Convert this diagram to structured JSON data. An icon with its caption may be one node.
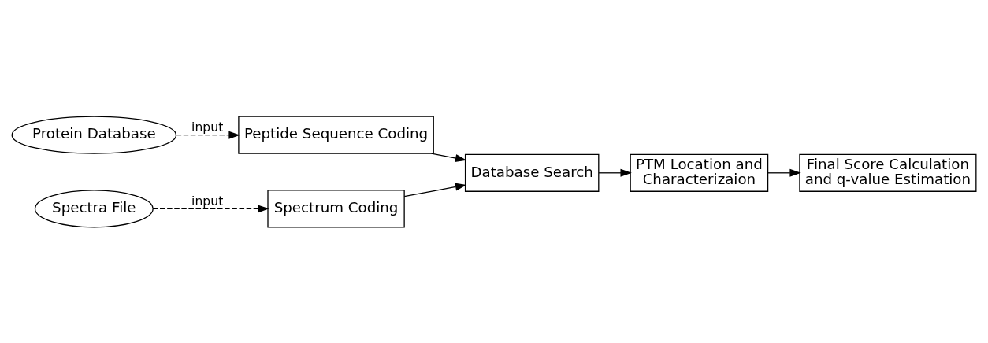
{
  "diagram": {
    "nodes": [
      {
        "text": [
          "Protein Database"
        ]
      },
      {
        "text": [
          "Peptide Sequence Coding"
        ]
      },
      {
        "text": [
          "Spectrum Coding"
        ]
      },
      {
        "text": [
          "Spectra File"
        ]
      },
      {
        "text": [
          "Database Search"
        ]
      },
      {
        "text": [
          "PTM Location and Characterizaion"
        ]
      },
      {
        "text": [
          "Final Score Calculation and q-value Estimation"
        ]
      }
    ],
    "edges": [
      {
        "from": 0,
        "to": 1,
        "arrow": "to",
        "label": "input",
        "style": "dashed"
      },
      {
        "from": 3,
        "to": 2,
        "arrow": "to",
        "label": "input",
        "style": "dashed"
      },
      {
        "from": 1,
        "to": 4,
        "arrow": "to"
      },
      {
        "from": 2,
        "to": 4,
        "arrow": "to"
      },
      {
        "from": 4,
        "to": 5,
        "arrow": "to"
      },
      {
        "from": 5,
        "to": 6,
        "arrow": "to"
      }
    ]
  }
}
